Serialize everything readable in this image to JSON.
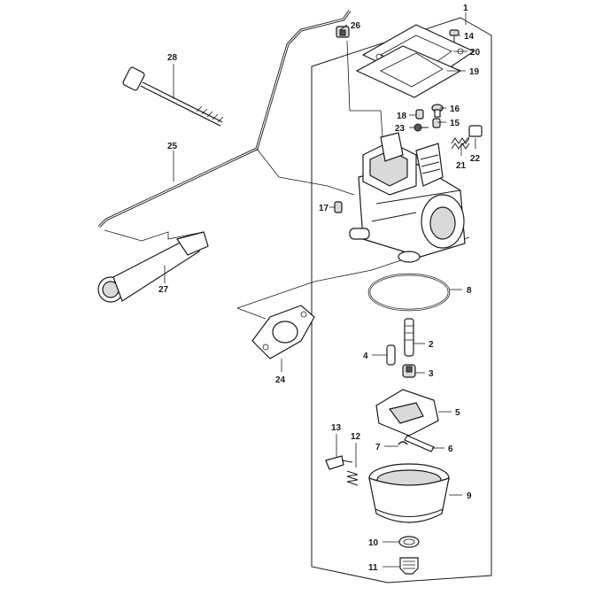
{
  "callouts": [
    {
      "id": "1",
      "text": "1"
    },
    {
      "id": "2",
      "text": "2"
    },
    {
      "id": "3",
      "text": "3"
    },
    {
      "id": "4",
      "text": "4"
    },
    {
      "id": "5",
      "text": "5"
    },
    {
      "id": "6",
      "text": "6"
    },
    {
      "id": "7",
      "text": "7"
    },
    {
      "id": "8",
      "text": "8"
    },
    {
      "id": "9",
      "text": "9"
    },
    {
      "id": "10",
      "text": "10"
    },
    {
      "id": "11",
      "text": "11"
    },
    {
      "id": "12",
      "text": "12"
    },
    {
      "id": "13",
      "text": "13"
    },
    {
      "id": "14",
      "text": "14"
    },
    {
      "id": "15",
      "text": "15"
    },
    {
      "id": "16",
      "text": "16"
    },
    {
      "id": "17",
      "text": "17"
    },
    {
      "id": "18",
      "text": "18"
    },
    {
      "id": "19",
      "text": "19"
    },
    {
      "id": "20",
      "text": "20"
    },
    {
      "id": "21",
      "text": "21"
    },
    {
      "id": "22",
      "text": "22"
    },
    {
      "id": "23",
      "text": "23"
    },
    {
      "id": "24",
      "text": "24"
    },
    {
      "id": "25",
      "text": "25"
    },
    {
      "id": "26",
      "text": "26"
    },
    {
      "id": "27",
      "text": "27"
    },
    {
      "id": "28",
      "text": "28"
    }
  ]
}
